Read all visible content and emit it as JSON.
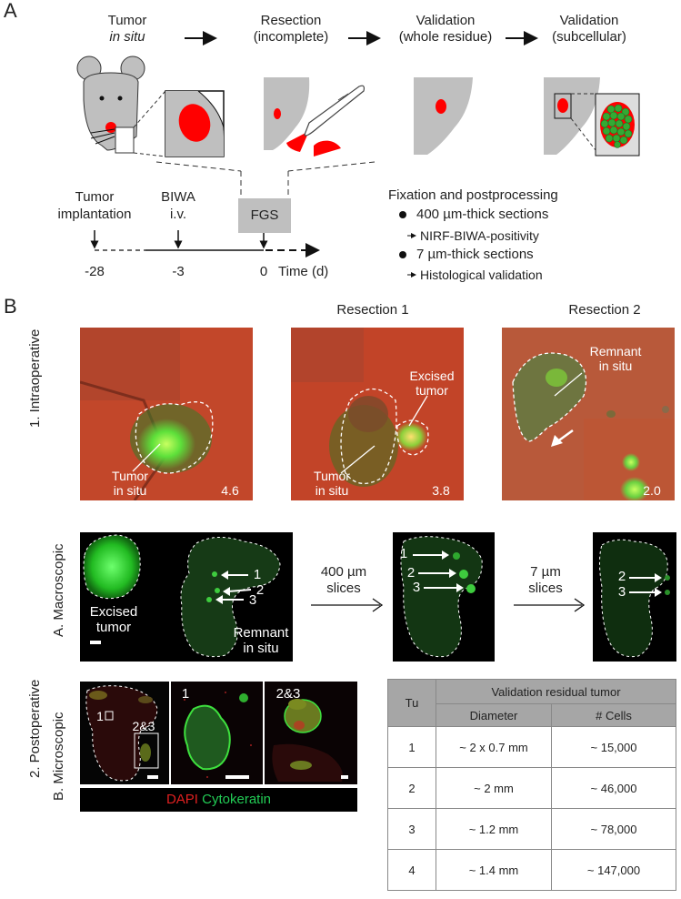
{
  "panelA": {
    "letter": "A",
    "stages": {
      "s1a": "Tumor",
      "s1b": "in situ",
      "s2a": "Resection",
      "s2b": "(incomplete)",
      "s3a": "Validation",
      "s3b": "(whole residue)",
      "s4a": "Validation",
      "s4b": "(subcellular)"
    },
    "timeline": {
      "e1a": "Tumor",
      "e1b": "implantation",
      "e2a": "BIWA",
      "e2b": "i.v.",
      "fgs": "FGS",
      "t1": "-28",
      "t2": "-3",
      "t3": "0",
      "axis": "Time (d)"
    },
    "postproc": {
      "title": "Fixation and postprocessing",
      "b1": "400 µm-thick sections",
      "b1r": "NIRF-BIWA-positivity",
      "b2": "7 µm-thick sections",
      "b2r": "Histological validation"
    }
  },
  "panelB": {
    "letter": "B",
    "intraoperative_label": "1. Intraoperative",
    "postoperative_label": "2. Postoperative",
    "macroscopic_label": "A. Macroscopic",
    "microscopic_label": "B. Microscopic",
    "resection1": "Resection 1",
    "resection2": "Resection 2",
    "img1": {
      "la": "Tumor",
      "lb": "in situ",
      "value": "4.6"
    },
    "img2": {
      "excA": "Excised",
      "excB": "tumor",
      "la": "Tumor",
      "lb": "in situ",
      "value": "3.8"
    },
    "img3": {
      "la": "Remnant",
      "lb": "in situ",
      "value": "2.0"
    },
    "macro": {
      "excA": "Excised",
      "excB": "tumor",
      "remA": "Remnant",
      "remB": "in situ",
      "n1": "1",
      "n2": "2",
      "n3": "3",
      "slicesA": "400 µm",
      "slicesB": "slices",
      "slices7A": "7 µm",
      "slices7B": "slices"
    },
    "micro": {
      "r1": "1",
      "r23": "2&3",
      "p1": "1",
      "p23": "2&3"
    },
    "legend": {
      "dapi": "DAPI",
      "ck": "Cytokeratin"
    },
    "table": {
      "header_tu": "Tu",
      "header_group": "Validation residual tumor",
      "header_diameter": "Diameter",
      "header_cells": "# Cells",
      "rows": [
        {
          "tu": "1",
          "diameter": "~ 2 x 0.7 mm",
          "cells": "~ 15,000"
        },
        {
          "tu": "2",
          "diameter": "~ 2 mm",
          "cells": "~ 46,000"
        },
        {
          "tu": "3",
          "diameter": "~ 1.2 mm",
          "cells": "~ 78,000"
        },
        {
          "tu": "4",
          "diameter": "~ 1.4 mm",
          "cells": "~ 147,000"
        }
      ]
    }
  },
  "colors": {
    "tumor_red": "#ff0000",
    "tissue_gray": "#bfbfbf",
    "fluor_green": "#33dd33",
    "dapi_red": "#e02020",
    "ck_green": "#22cc55"
  }
}
